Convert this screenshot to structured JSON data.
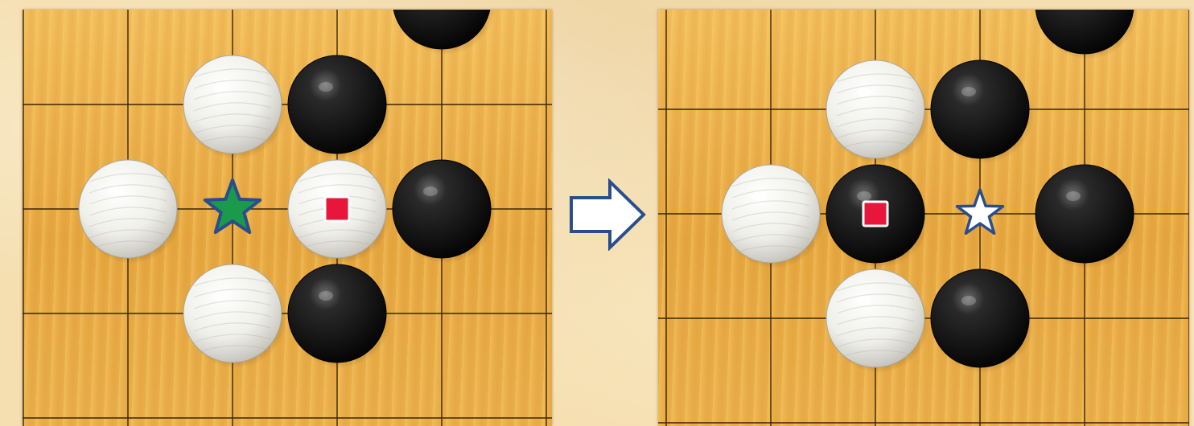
{
  "boards": [
    {
      "id": "before",
      "stones": [
        {
          "color": "black",
          "col": 4,
          "row": 0
        },
        {
          "color": "white",
          "col": 2,
          "row": 1
        },
        {
          "color": "black",
          "col": 3,
          "row": 1
        },
        {
          "color": "white",
          "col": 1,
          "row": 2
        },
        {
          "color": "white",
          "col": 3,
          "row": 2
        },
        {
          "color": "black",
          "col": 4,
          "row": 2
        },
        {
          "color": "white",
          "col": 2,
          "row": 3
        },
        {
          "color": "black",
          "col": 3,
          "row": 3
        }
      ],
      "markers": [
        {
          "type": "square",
          "color": "#e8163a",
          "col": 3,
          "row": 2
        },
        {
          "type": "star",
          "fill": "#1a9a4a",
          "stroke": "#2a4e8c",
          "col": 2,
          "row": 2
        }
      ]
    },
    {
      "id": "after",
      "stones": [
        {
          "color": "black",
          "col": 4,
          "row": 0
        },
        {
          "color": "white",
          "col": 2,
          "row": 1
        },
        {
          "color": "black",
          "col": 3,
          "row": 1
        },
        {
          "color": "white",
          "col": 1,
          "row": 2
        },
        {
          "color": "black",
          "col": 2,
          "row": 2
        },
        {
          "color": "black",
          "col": 4,
          "row": 2
        },
        {
          "color": "white",
          "col": 2,
          "row": 3
        },
        {
          "color": "black",
          "col": 3,
          "row": 3
        }
      ],
      "markers": [
        {
          "type": "square",
          "color": "#e8163a",
          "col": 2,
          "row": 2
        },
        {
          "type": "star",
          "fill": "#ffffff",
          "stroke": "#2a4e8c",
          "col": 3,
          "row": 2
        }
      ]
    }
  ],
  "arrow_icon": "right-arrow-outline",
  "colors": {
    "board": "#e9ad4a",
    "grid": "#3a2408",
    "arrow_stroke": "#2a4e8c"
  }
}
